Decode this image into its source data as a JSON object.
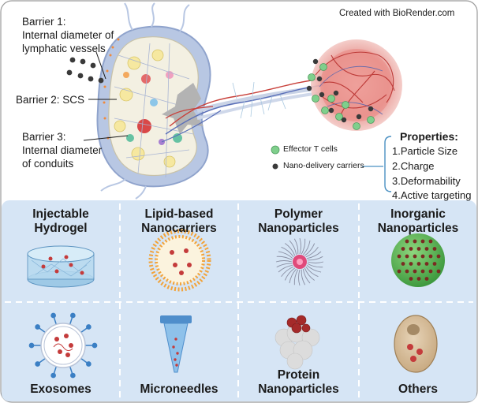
{
  "credit": "Created with BioRender.com",
  "barriers": [
    {
      "lines": [
        "Barrier 1:",
        "Internal diameter of",
        "lymphatic vessels"
      ]
    },
    {
      "lines": [
        "Barrier 2: SCS"
      ]
    },
    {
      "lines": [
        "Barrier 3:",
        "Internal diameter",
        "of conduits"
      ]
    }
  ],
  "legend": [
    {
      "label": "Effector T cells",
      "color": "#7fcf8c"
    },
    {
      "label": "Nano-delivery carriers",
      "color": "#3a3a3a"
    }
  ],
  "properties": {
    "title": "Properties:",
    "items": [
      "1.Particle Size",
      "2.Charge",
      "3.Deformability",
      "4.Active targeting"
    ]
  },
  "categories": [
    {
      "lines": [
        "Injectable",
        "Hydrogel"
      ],
      "icon": "hydrogel-icon"
    },
    {
      "lines": [
        "Lipid-based",
        "Nanocarriers"
      ],
      "icon": "liposome-icon"
    },
    {
      "lines": [
        "Polymer",
        "Nanoparticles"
      ],
      "icon": "polymer-nanoparticle-icon"
    },
    {
      "lines": [
        "Inorganic",
        "Nanoparticles"
      ],
      "icon": "inorganic-nanoparticle-icon"
    },
    {
      "lines": [
        "Exosomes"
      ],
      "icon": "exosome-icon"
    },
    {
      "lines": [
        "Microneedles"
      ],
      "icon": "microneedle-icon"
    },
    {
      "lines": [
        "Protein",
        "Nanoparticles"
      ],
      "icon": "protein-nanoparticle-icon"
    },
    {
      "lines": [
        "Others"
      ],
      "icon": "cell-icon"
    }
  ],
  "colors": {
    "panel_bg": "#d6e5f5",
    "node_blue": "#b9c8e3",
    "tumor_red": "#e88a8a",
    "lymph_vessel": "#5a6fb8",
    "blood_vessel": "#c8403a"
  }
}
